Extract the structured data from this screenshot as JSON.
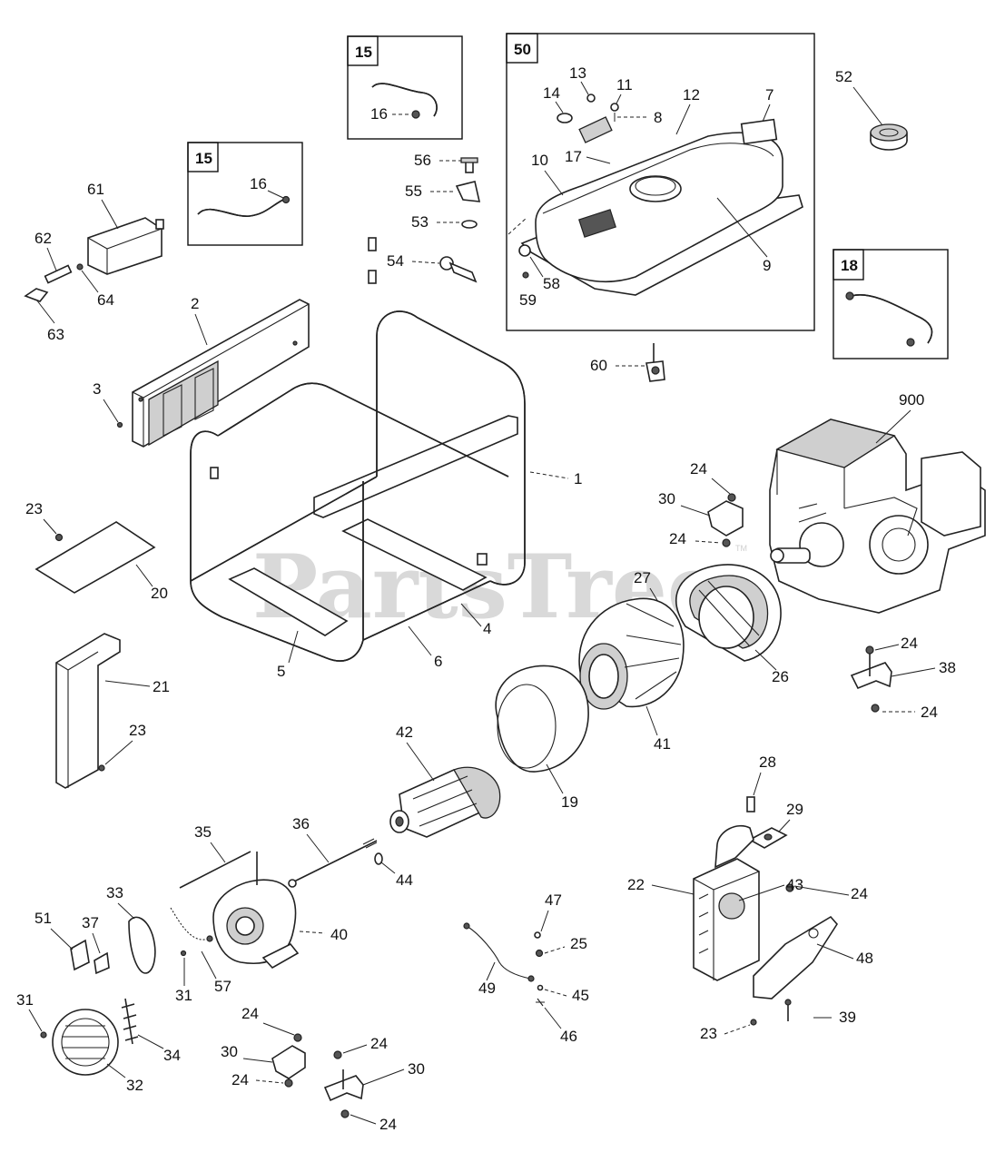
{
  "watermark": {
    "text": "PartsTree",
    "trademark": "TM"
  },
  "callouts": {
    "c15a": "15",
    "c16a": "16",
    "c15b": "15",
    "c16b": "16",
    "c50": "50",
    "c13": "13",
    "c11": "11",
    "c14": "14",
    "c12": "12",
    "c7": "7",
    "c8": "8",
    "c10": "10",
    "c17": "17",
    "c9": "9",
    "c58": "58",
    "c59": "59",
    "c52": "52",
    "c18": "18",
    "c56": "56",
    "c55": "55",
    "c53": "53",
    "c54": "54",
    "c60": "60",
    "c61": "61",
    "c62": "62",
    "c64": "64",
    "c63": "63",
    "c2": "2",
    "c3": "3",
    "c1": "1",
    "c4": "4",
    "c5": "5",
    "c6": "6",
    "c23a": "23",
    "c20": "20",
    "c21": "21",
    "c23b": "23",
    "c900": "900",
    "c24a": "24",
    "c30a": "30",
    "c24b": "24",
    "c27": "27",
    "c26": "26",
    "c24c": "24",
    "c38": "38",
    "c24d": "24",
    "c41": "41",
    "c19": "19",
    "c42": "42",
    "c28": "28",
    "c29": "29",
    "c22": "22",
    "c43": "43",
    "c24e": "24",
    "c48": "48",
    "c23c": "23",
    "c39": "39",
    "c35": "35",
    "c36": "36",
    "c44": "44",
    "c33": "33",
    "c51": "51",
    "c37": "37",
    "c40": "40",
    "c57": "57",
    "c31a": "31",
    "c31b": "31",
    "c34": "34",
    "c32": "32",
    "c47": "47",
    "c25": "25",
    "c49": "49",
    "c45": "45",
    "c46": "46",
    "c24f": "24",
    "c30b": "30",
    "c24g": "24",
    "c24h": "24",
    "c30c": "30",
    "c24i": "24"
  }
}
